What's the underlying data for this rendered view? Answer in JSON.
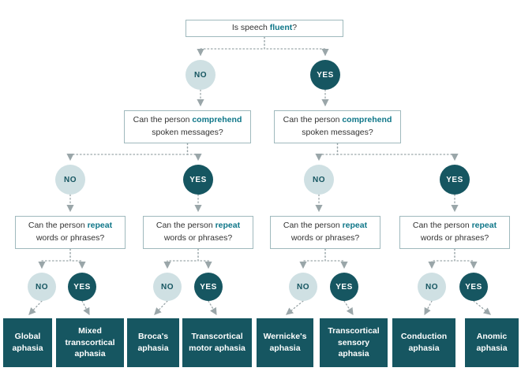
{
  "questions": {
    "fluency": {
      "pre": "Is speech ",
      "bold": "fluent",
      "post": "?"
    },
    "comprehension": {
      "pre": "Can the person ",
      "bold": "comprehend",
      "post": " spoken messages?"
    },
    "repetition": {
      "pre": "Can the person ",
      "bold": "repeat",
      "post": " words or phrases?"
    }
  },
  "answers": {
    "no": "NO",
    "yes": "YES"
  },
  "outcomes": [
    "Global aphasia",
    "Mixed transcortical aphasia",
    "Broca's aphasia",
    "Transcortical motor aphasia",
    "Wernicke's aphasia",
    "Transcortical sensory aphasia",
    "Conduction aphasia",
    "Anomic aphasia"
  ],
  "colors": {
    "dark_teal": "#165661",
    "light_circle": "#cfe0e3",
    "accent": "#0e7688",
    "line": "#9aa6a9",
    "border": "#9fb9bd",
    "text": "#333333"
  }
}
